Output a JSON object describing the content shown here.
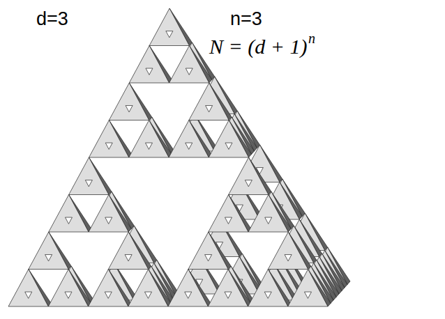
{
  "diagram": {
    "labels": [
      "d=3",
      "n=3",
      "N = (d + 1)",
      "n"
    ]
  }
}
